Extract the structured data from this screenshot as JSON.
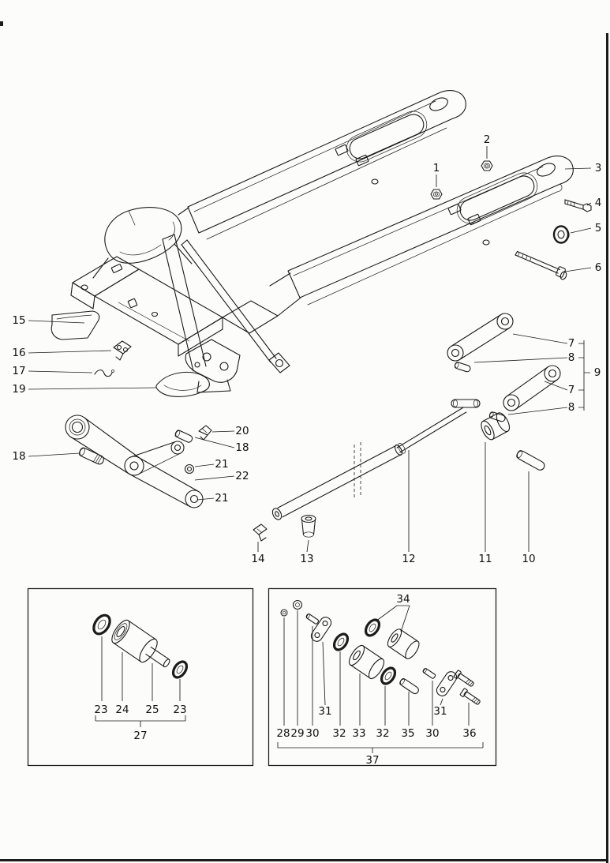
{
  "figure": {
    "background": "#fcfcfb",
    "line_color": "#1b1b1b"
  },
  "callouts": {
    "n1": "1",
    "n2": "2",
    "n3": "3",
    "n4": "4",
    "n5": "5",
    "n6": "6",
    "n7": "7",
    "n8": "8",
    "n9": "9",
    "n10": "10",
    "n11": "11",
    "n12": "12",
    "n13": "13",
    "n14": "14",
    "n15": "15",
    "n16": "16",
    "n17": "17",
    "n18": "18",
    "n19": "19",
    "n20": "20",
    "n21": "21",
    "n22": "22",
    "n23": "23",
    "n24": "24",
    "n25": "25",
    "n27": "27",
    "n28": "28",
    "n29": "29",
    "n30": "30",
    "n31": "31",
    "n32": "32",
    "n33": "33",
    "n34": "34",
    "n35": "35",
    "n36": "36",
    "n37": "37"
  }
}
